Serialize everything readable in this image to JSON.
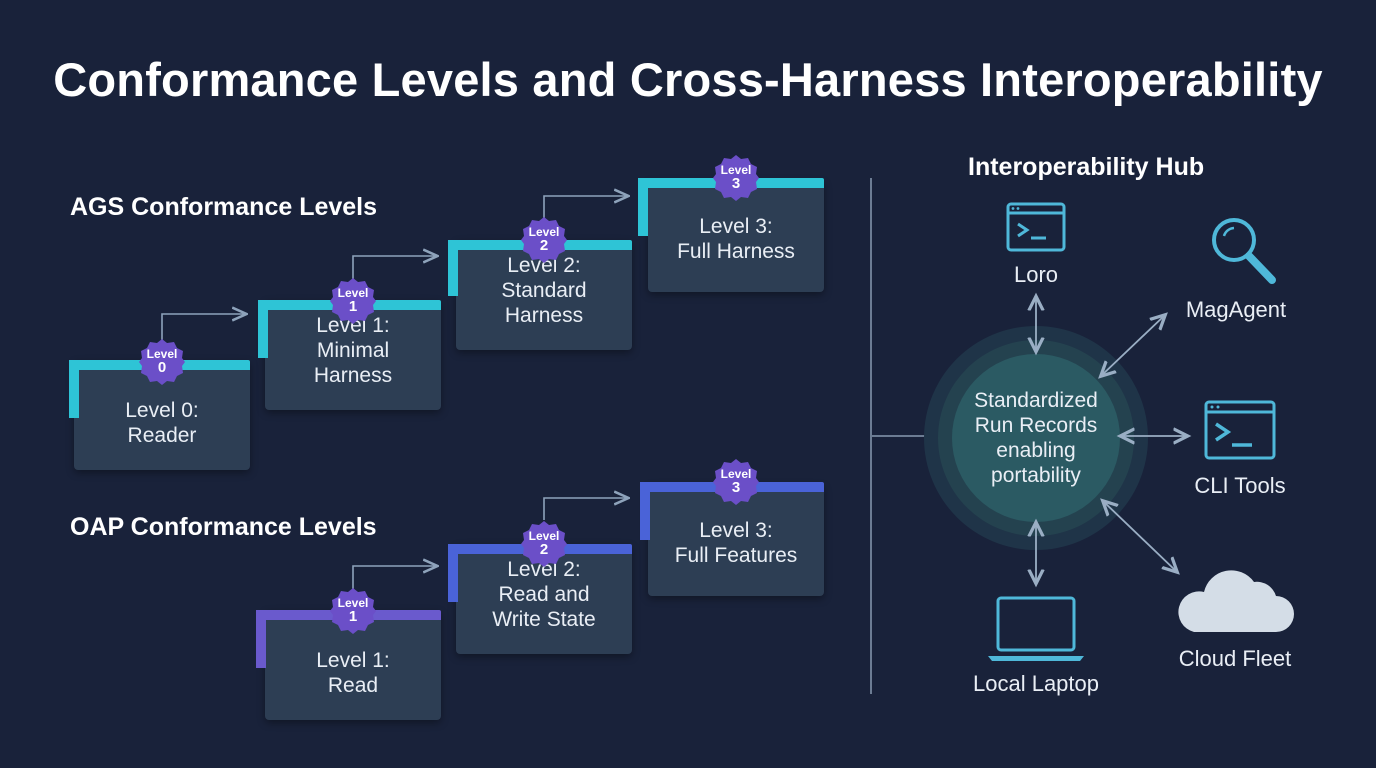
{
  "title": "Conformance Levels and Cross-Harness Interoperability",
  "colors": {
    "background": "#19223a",
    "card": "#2d3e54",
    "ags_accent": "#2ec4d6",
    "oap_accent": "#6a5acd",
    "badge": "#6b4fc8",
    "hub": "#2b6b73",
    "icon": "#4fb8d9"
  },
  "ags": {
    "heading": "AGS Conformance Levels",
    "levels": [
      {
        "badge_word": "Level",
        "badge_num": "0",
        "line1": "Level 0:",
        "line2": "Reader",
        "line3": ""
      },
      {
        "badge_word": "Level",
        "badge_num": "1",
        "line1": "Level 1:",
        "line2": "Minimal",
        "line3": "Harness"
      },
      {
        "badge_word": "Level",
        "badge_num": "2",
        "line1": "Level 2:",
        "line2": "Standard",
        "line3": "Harness"
      },
      {
        "badge_word": "Level",
        "badge_num": "3",
        "line1": "Level 3:",
        "line2": "Full Harness",
        "line3": ""
      }
    ]
  },
  "oap": {
    "heading": "OAP Conformance Levels",
    "levels": [
      {
        "badge_word": "Level",
        "badge_num": "1",
        "line1": "Level 1:",
        "line2": "Read",
        "line3": ""
      },
      {
        "badge_word": "Level",
        "badge_num": "2",
        "line1": "Level 2:",
        "line2": "Read and",
        "line3": "Write State"
      },
      {
        "badge_word": "Level",
        "badge_num": "3",
        "line1": "Level 3:",
        "line2": "Full Features",
        "line3": ""
      }
    ]
  },
  "hub": {
    "heading": "Interoperability Hub",
    "center_lines": [
      "Standardized",
      "Run Records",
      "enabling",
      "portability"
    ],
    "nodes": {
      "loro": {
        "label": "Loro",
        "icon": "terminal-icon"
      },
      "magagent": {
        "label": "MagAgent",
        "icon": "magnifier-icon"
      },
      "cli_tools": {
        "label": "CLI Tools",
        "icon": "terminal-icon"
      },
      "cloud_fleet": {
        "label": "Cloud Fleet",
        "icon": "cloud-icon"
      },
      "local_laptop": {
        "label": "Local Laptop",
        "icon": "laptop-icon"
      }
    }
  }
}
